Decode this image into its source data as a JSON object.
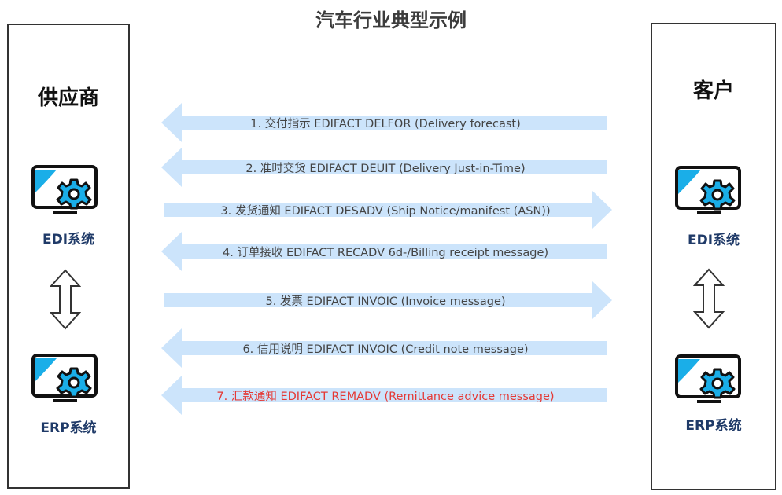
{
  "title": "汽车行业典型示例",
  "supplier": {
    "name": "供应商",
    "systems": [
      {
        "label": "EDI系统",
        "icon": "computer-gear-icon"
      },
      {
        "label": "ERP系统",
        "icon": "computer-gear-icon"
      }
    ]
  },
  "customer": {
    "name": "客户",
    "systems": [
      {
        "label": "EDI系统",
        "icon": "computer-gear-icon"
      },
      {
        "label": "ERP系统",
        "icon": "computer-gear-icon"
      }
    ]
  },
  "flows": [
    {
      "label": "1. 交付指示  EDIFACT DELFOR (Delivery forecast)",
      "direction": "to-supplier",
      "highlight": false
    },
    {
      "label": "2. 准时交货 EDIFACT DEUIT (Delivery Just-in-Time)",
      "direction": "to-supplier",
      "highlight": false
    },
    {
      "label": "3. 发货通知 EDIFACT DESADV (Ship Notice/manifest (ASN))",
      "direction": "to-customer",
      "highlight": false
    },
    {
      "label": "4. 订单接收 EDIFACT RECADV 6d-/Billing receipt message)",
      "direction": "to-supplier",
      "highlight": false
    },
    {
      "label": "5. 发票 EDIFACT INVOIC (Invoice message)",
      "direction": "to-customer",
      "highlight": false
    },
    {
      "label": "6. 信用说明 EDIFACT INVOIC (Credit note message)",
      "direction": "to-supplier",
      "highlight": false
    },
    {
      "label": "7. 汇款通知 EDIFACT REMADV (Remittance advice message)",
      "direction": "to-supplier",
      "highlight": true
    }
  ],
  "colors": {
    "arrow_fill": "#cce4fb",
    "icon_accent": "#1aaee8",
    "system_label": "#1f3a68",
    "highlight_text": "#e53935",
    "panel_border": "#333333"
  }
}
